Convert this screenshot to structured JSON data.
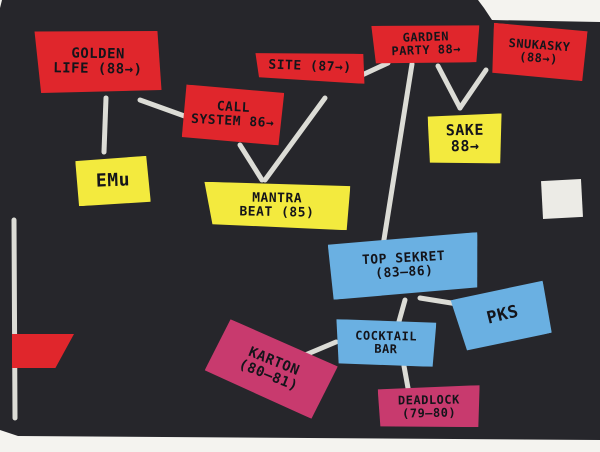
{
  "colors": {
    "board": "#26262b",
    "line": "#dcdcd6",
    "red": "#e0262c",
    "yellow": "#f3ea3e",
    "blue": "#6ab0e2",
    "magenta": "#c83a6e"
  },
  "nodes": {
    "golden_life": "Golden\nLife (88→)",
    "call_system": "Call\nSystem 86→",
    "site": "Site (87→)",
    "garden_party": "Garden\nParty 88→",
    "snukasky": "Snukasky\n(88→)",
    "emu": "EMu",
    "mantra_beat": "Mantra\nBeat (85)",
    "sake": "Sake 88→",
    "top_sekret": "Top Sekret\n(83–86)",
    "pks": "PKS",
    "cocktail_bar": "Cocktail\nBar",
    "karton": "Karton\n(80–81)",
    "deadlock": "Deadlock\n(79–80)"
  }
}
